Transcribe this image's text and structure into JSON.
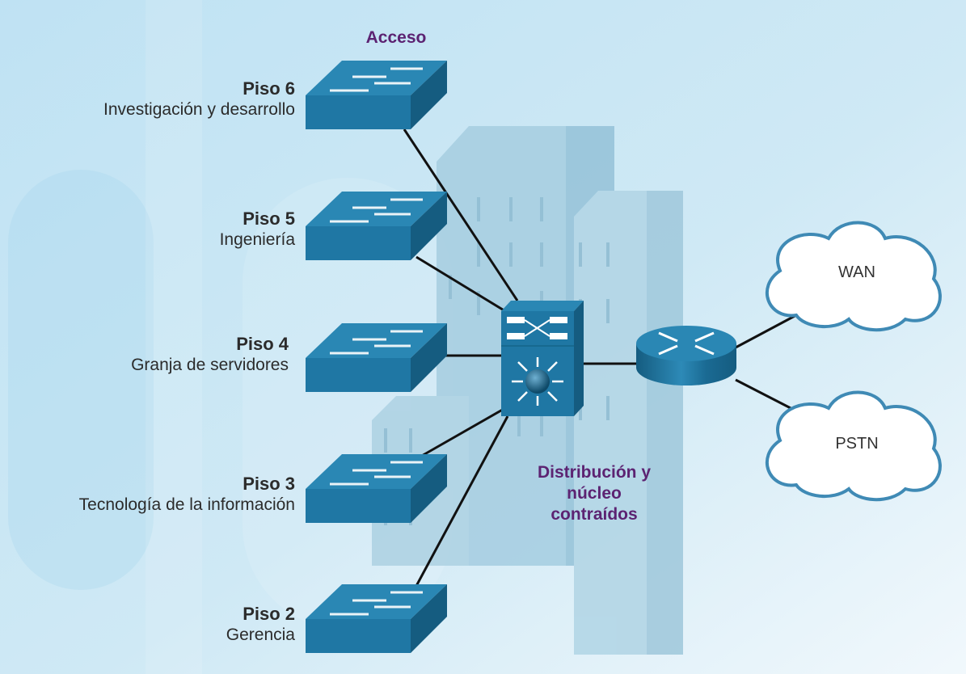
{
  "diagram": {
    "access_label": "Acceso",
    "core_label_lines": [
      "Distribución y",
      "núcleo",
      "contraídos"
    ],
    "floors": [
      {
        "title": "Piso 6",
        "subtitle": "Investigación y desarrollo"
      },
      {
        "title": "Piso 5",
        "subtitle": "Ingeniería"
      },
      {
        "title": "Piso 4",
        "subtitle": "Granja de servidores"
      },
      {
        "title": "Piso 3",
        "subtitle": "Tecnología de la información"
      },
      {
        "title": "Piso 2",
        "subtitle": "Gerencia"
      }
    ],
    "clouds": [
      {
        "label": "WAN"
      },
      {
        "label": "PSTN"
      }
    ],
    "colors": {
      "device_blue": "#1f77a4",
      "device_dark": "#155c80",
      "device_top": "#2a87b4",
      "label_purple": "#5c2372",
      "link": "#111111",
      "cloud_border": "#3f8ab5"
    }
  }
}
